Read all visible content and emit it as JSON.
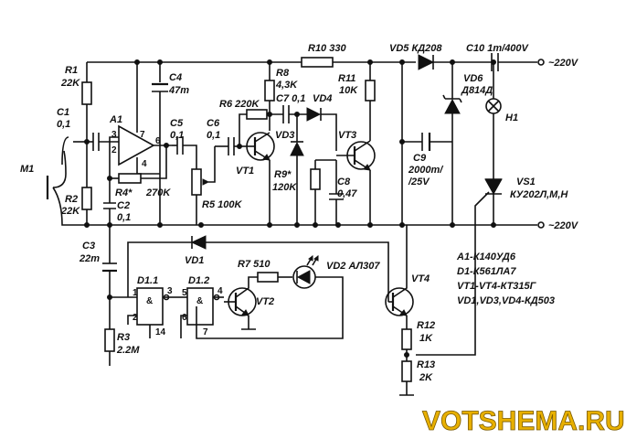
{
  "labels": {
    "r10": "R10 330",
    "vd5": "VD5 КД208",
    "c10": "C10 1m/400V",
    "ac_top": "~220V",
    "r1a": "R1",
    "r1b": "22K",
    "c4a": "C4",
    "c4b": "47m",
    "r8a": "R8",
    "r8b": "4,3K",
    "r11a": "R11",
    "r11b": "10K",
    "vd6a": "VD6",
    "vd6b": "Д814Д",
    "h1": "H1",
    "r6": "R6 220K",
    "c7": "C7 0,1",
    "vd4": "VD4",
    "c1a": "C1",
    "c1b": "0,1",
    "a1": "A1",
    "c5a": "C5",
    "c5b": "0,1",
    "c6a": "C6",
    "c6b": "0,1",
    "vd3": "VD3",
    "vt3": "VT3",
    "vt1": "VT1",
    "m1": "M1",
    "c9a": "C9",
    "c9b": "2000m/",
    "c9c": "/25V",
    "r4": "R4*",
    "r4v": "270K",
    "r9a": "R9*",
    "r9b": "120K",
    "c8a": "C8",
    "c8b": "0,47",
    "r2a": "R2",
    "r2b": "22K",
    "c2a": "C2",
    "c2b": "0,1",
    "r5": "R5 100K",
    "vs1a": "VS1",
    "vs1b": "КУ202Л,М,Н",
    "ac_bot": "~220V",
    "c3a": "C3",
    "c3b": "22m",
    "vd1": "VD1",
    "r7": "R7 510",
    "vd2": "VD2 АЛ307",
    "d11": "D1.1",
    "d12": "D1.2",
    "vt2": "VT2",
    "vt4": "VT4",
    "r3a": "R3",
    "r3b": "2.2M",
    "r12a": "R12",
    "r12b": "1K",
    "r13a": "R13",
    "r13b": "2K"
  },
  "pins": {
    "p3": "3",
    "p2": "2",
    "p7": "7",
    "p6": "6",
    "p4": "4",
    "g1": "1",
    "g2": "2",
    "g3": "3",
    "g14": "14",
    "h5": "5",
    "h4": "4",
    "h6": "6",
    "h7": "7",
    "amp": "&",
    "amp2": "&"
  },
  "legend": {
    "l1": "A1-К140УД6",
    "l2": "D1-К561ЛА7",
    "l3": "VT1-VT4-КТ315Г",
    "l4": "VD1,VD3,VD4-КД503"
  },
  "watermark": "VOTSHEMA.RU"
}
